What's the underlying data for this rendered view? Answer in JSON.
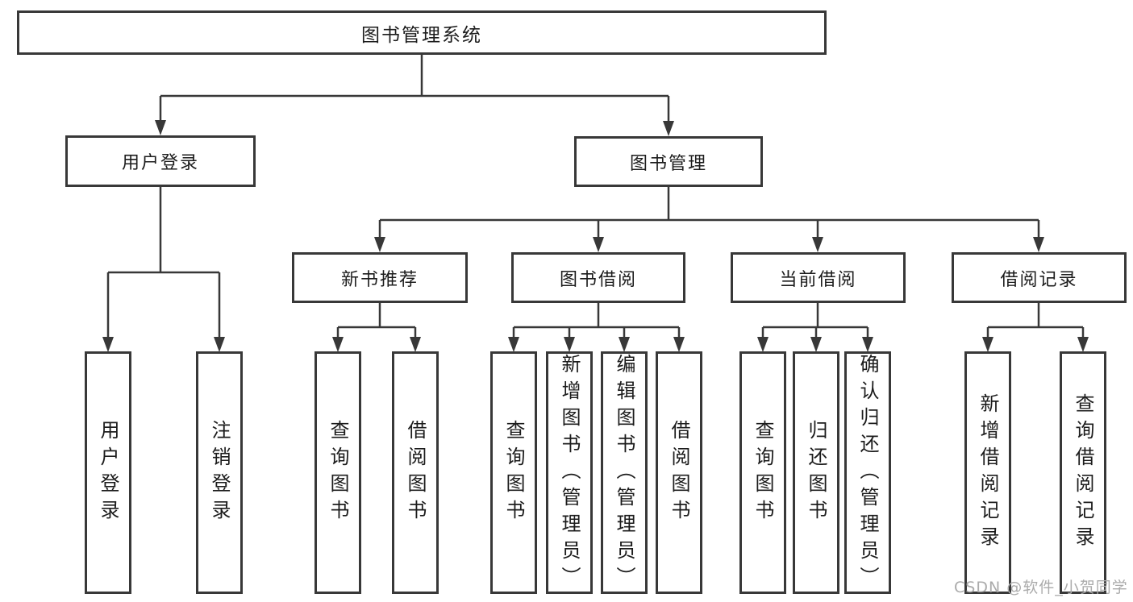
{
  "tree": {
    "root": "图书管理系统",
    "children": [
      {
        "label": "用户登录",
        "children": [
          "用户登录",
          "注销登录"
        ]
      },
      {
        "label": "图书管理",
        "children": [
          {
            "label": "新书推荐",
            "children": [
              "查询图书",
              "借阅图书"
            ]
          },
          {
            "label": "图书借阅",
            "children": [
              "查询图书",
              "新增图书（管理员）",
              "编辑图书（管理员）",
              "借阅图书"
            ]
          },
          {
            "label": "当前借阅",
            "children": [
              "查询图书",
              "归还图书",
              "确认归还（管理员）"
            ]
          },
          {
            "label": "借阅记录",
            "children": [
              "新增借阅记录",
              "查询借阅记录"
            ]
          }
        ]
      }
    ]
  },
  "watermark": {
    "text": "CSDN @软件_小贺同学"
  },
  "colors": {
    "line": "#383838",
    "box_border": "#383838",
    "text": "#1c1c1c",
    "watermark": "#ababab",
    "background": "#ffffff"
  }
}
